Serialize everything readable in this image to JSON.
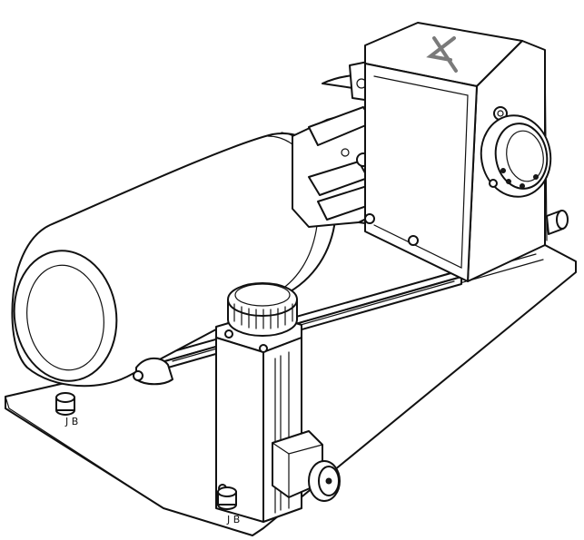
{
  "diagram": {
    "brand_logo": {
      "text": "X",
      "color": "#7a7a7a"
    },
    "base_marks": {
      "front": "J B",
      "left": "J B"
    },
    "line_color": "#111111",
    "background": "#ffffff"
  }
}
